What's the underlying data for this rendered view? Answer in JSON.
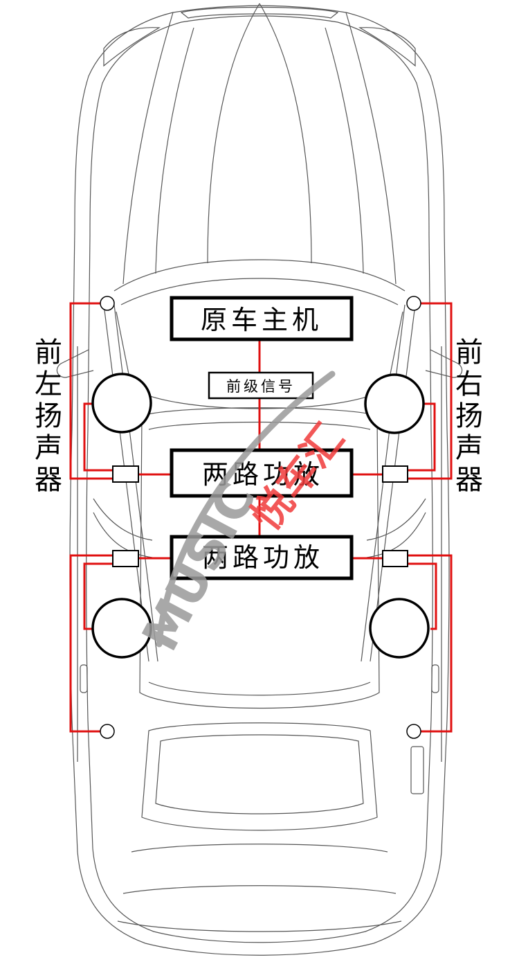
{
  "head_unit": {
    "label": "原车主机"
  },
  "signal": {
    "label": "前级信号"
  },
  "amplifiers": [
    {
      "label": "两路功放"
    },
    {
      "label": "两路功放"
    }
  ],
  "front_left_label": [
    "前",
    "左",
    "扬",
    "声",
    "器"
  ],
  "front_right_label": [
    "前",
    "右",
    "扬",
    "声",
    "器"
  ],
  "watermark": {
    "text_latin": "MUSIC",
    "text_cn": "悦车汇"
  },
  "colors": {
    "wire": "#e01010",
    "outline": "#000000",
    "car_line": "#555555",
    "watermark_gray": "#9a9a9a",
    "watermark_red": "#f03a3a"
  }
}
